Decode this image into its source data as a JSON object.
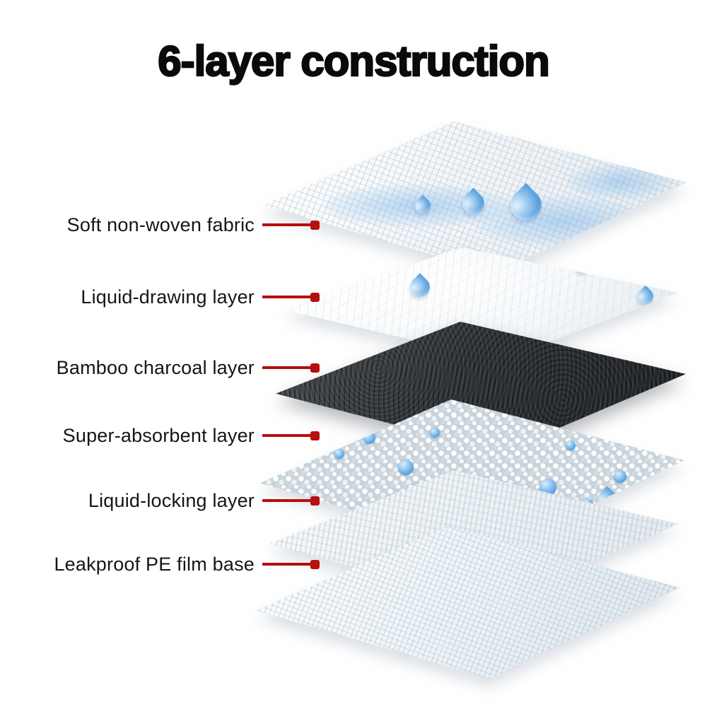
{
  "title": "6-layer construction",
  "colors": {
    "accent": "#b50f0f",
    "title": "#0a0a0a",
    "charcoal": "#2e3134",
    "droplet_blue": "#4a94d8"
  },
  "layers": [
    {
      "id": "soft-non-woven-fabric",
      "label": "Soft non-woven fabric"
    },
    {
      "id": "liquid-drawing-layer",
      "label": "Liquid-drawing layer"
    },
    {
      "id": "bamboo-charcoal-layer",
      "label": "Bamboo charcoal layer"
    },
    {
      "id": "super-absorbent-layer",
      "label": "Super-absorbent layer"
    },
    {
      "id": "liquid-locking-layer",
      "label": "Liquid-locking layer"
    },
    {
      "id": "leakproof-pe-film-base",
      "label": "Leakproof PE film base"
    }
  ]
}
